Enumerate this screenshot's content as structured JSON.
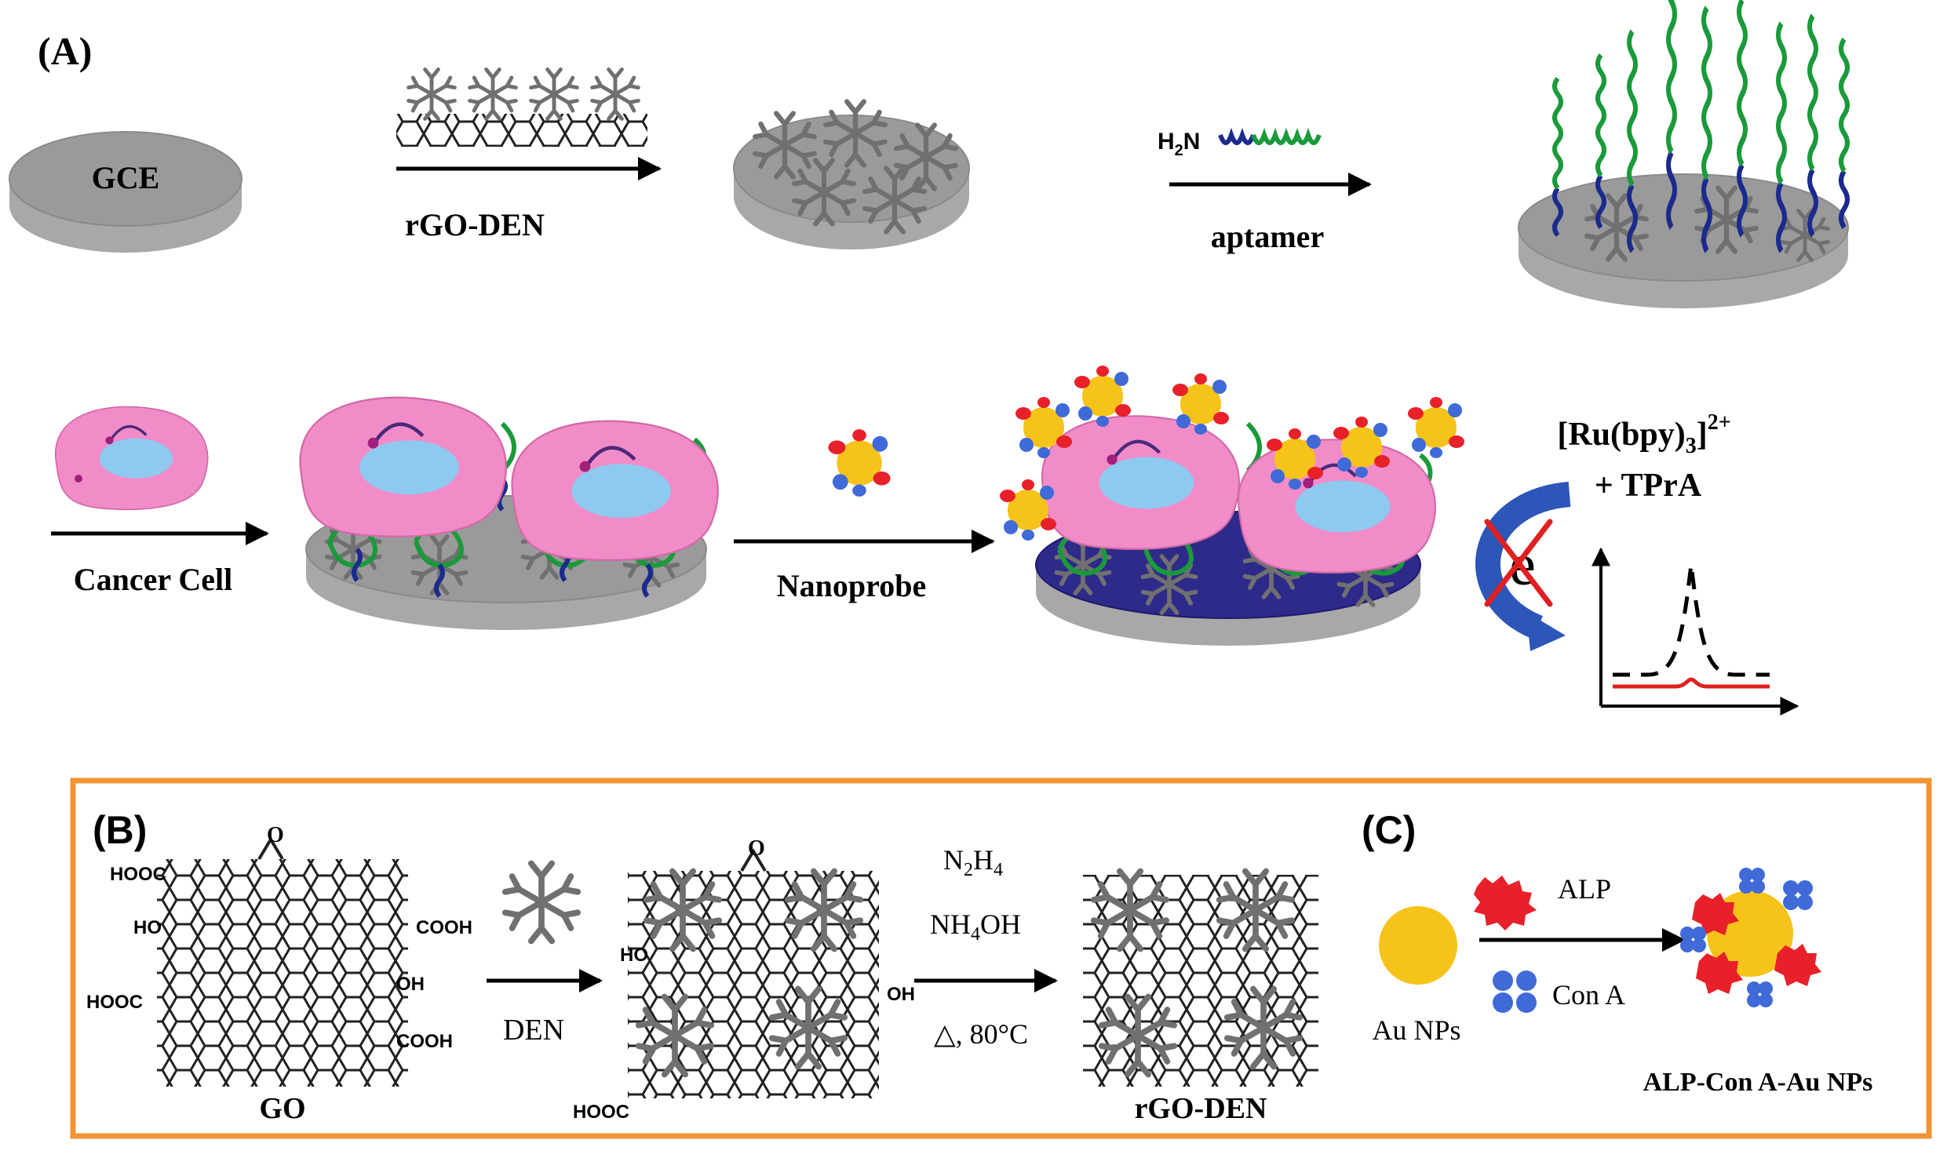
{
  "panel_a": {
    "label": "(A)",
    "electrode_label": "GCE",
    "step1_label": "rGO-DEN",
    "step2_reagent_prefix": "H",
    "step2_reagent_sub": "2",
    "step2_reagent_suffix": "N",
    "step2_label": "aptamer",
    "step3_label": "Cancer Cell",
    "step4_label": "Nanoprobe",
    "ecl_reagent_line1": "[Ru(bpy)",
    "ecl_reagent_sub": "3",
    "ecl_reagent_close": "]",
    "ecl_reagent_sup": "2+",
    "ecl_reagent_line2": "+ TPrA",
    "electron_label": "e"
  },
  "panel_b": {
    "label": "(B)",
    "go_label": "GO",
    "den_label": "DEN",
    "reagent1": "N",
    "reagent1_sub1": "2",
    "reagent1_mid": "H",
    "reagent1_sub2": "4",
    "reagent2": "NH",
    "reagent2_sub": "4",
    "reagent2_end": "OH",
    "condition": "△, 80°C",
    "product_label": "rGO-DEN",
    "groups": {
      "hooc_top": "HOOC",
      "ho": "HO",
      "cooh_right": "COOH",
      "oh": "OH",
      "hooc_bottom": "HOOC",
      "cooh_bottom": "COOH",
      "epoxy": "O"
    }
  },
  "panel_c": {
    "label": "(C)",
    "au_label": "Au NPs",
    "alp_label": "ALP",
    "cona_label": "Con A",
    "product_label": "ALP-Con A-Au NPs"
  },
  "colors": {
    "electrode_gray": "#9a9a9a",
    "cell_pink": "#f28cc8",
    "nucleus_blue": "#8ec9f0",
    "aptamer_green": "#1a9a3a",
    "aptamer_blue": "#1b2a8c",
    "gold": "#f5c319",
    "alp_red": "#e8202a",
    "cona_blue": "#3f6ad8",
    "box_orange": "#f29433",
    "arrow_blue": "#2c56b8",
    "signal_red": "#e02020"
  }
}
